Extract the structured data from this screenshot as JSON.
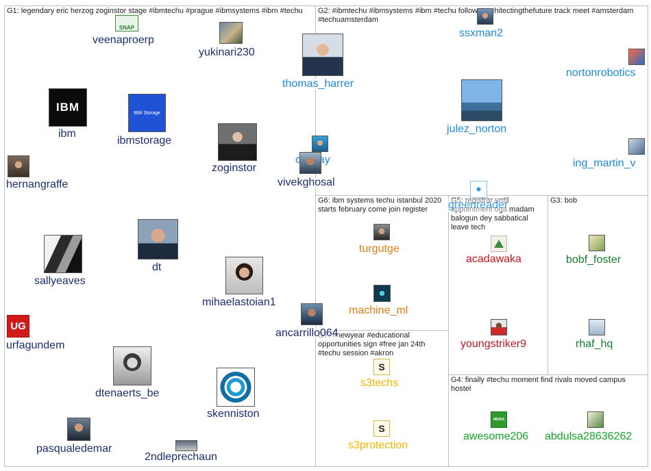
{
  "groups": {
    "g1": {
      "title": "G1: legendary eric herzog zoginstor stage #ibmtechu #prague #ibmsystems #ibm #techu"
    },
    "g2": {
      "title": "G2: #ibmtechu #ibmsystems #ibm #techu follow #architectingthefuture track meet #amsterdam #techuamsterdam"
    },
    "g6": {
      "title": "G6: ibm systems techu istanbul 2020 starts february come join register"
    },
    "g5": {
      "title": "G5: registrar until appointment oga madam balogun dey sabbatical leave tech"
    },
    "g3": {
      "title": "G3: bob"
    },
    "g7": {
      "title": "G7: #newyear #educational opportunities sign #free jan 24th #techu session #akron"
    },
    "g4": {
      "title": "G4: finally #techu moment find rivals moved campus hostel"
    }
  },
  "nodes": {
    "veenaproerp": "veenaproerp",
    "yukinari230": "yukinari230",
    "thomas_harrer": "thomas_harrer",
    "ibm": "ibm",
    "ibmstorage": "ibmstorage",
    "zoginstor": "zoginstor",
    "hernangraffe": "hernangraffe",
    "vivekghosal": "vivekghosal",
    "cdakay": "cdakay",
    "sallyeaves": "sallyeaves",
    "dt": "dt",
    "mihaelastoian1": "mihaelastoian1",
    "urfagundem": "urfagundem",
    "ancarrillo064": "ancarrillo064",
    "dtenaerts_be": "dtenaerts_be",
    "skenniston": "skenniston",
    "pasqualedemar": "pasqualedemar",
    "2ndleprechaun": "2ndleprechaun",
    "ssxman2": "ssxman2",
    "nortonrobotics": "nortonrobotics",
    "julez_norton": "julez_norton",
    "ing_martin_v": "ing_martin_v",
    "greenreader": "greenreader",
    "turgutge": "turgutge",
    "machine_ml": "machine_ml",
    "acadawaka": "acadawaka",
    "youngstriker9": "youngstriker9",
    "bobf_foster": "bobf_foster",
    "rhaf_hq": "rhaf_hq",
    "s3techs": "s3techs",
    "s3protection": "s3protection",
    "awesome206": "awesome206",
    "abdulsa28636262": "abdulsa28636262"
  },
  "logos": {
    "ibm": "IBM",
    "ibmstorage": "IBM Storage",
    "urfagundem": "UG",
    "veenaproerp": "SNAP",
    "s3": "S",
    "awesome206": "MEDIA"
  },
  "colors": {
    "edge": "#7fc68a",
    "edge_self": "#8fd39b",
    "edge_red": "#f3a0a0",
    "g1_label": "#1c2d6e",
    "g2_label": "#1e8ad6",
    "g6_label": "#e07b16",
    "g5_label": "#c0171e",
    "g3_label": "#127a2e",
    "g7_label": "#f2b700",
    "g4_label": "#15a52a"
  }
}
